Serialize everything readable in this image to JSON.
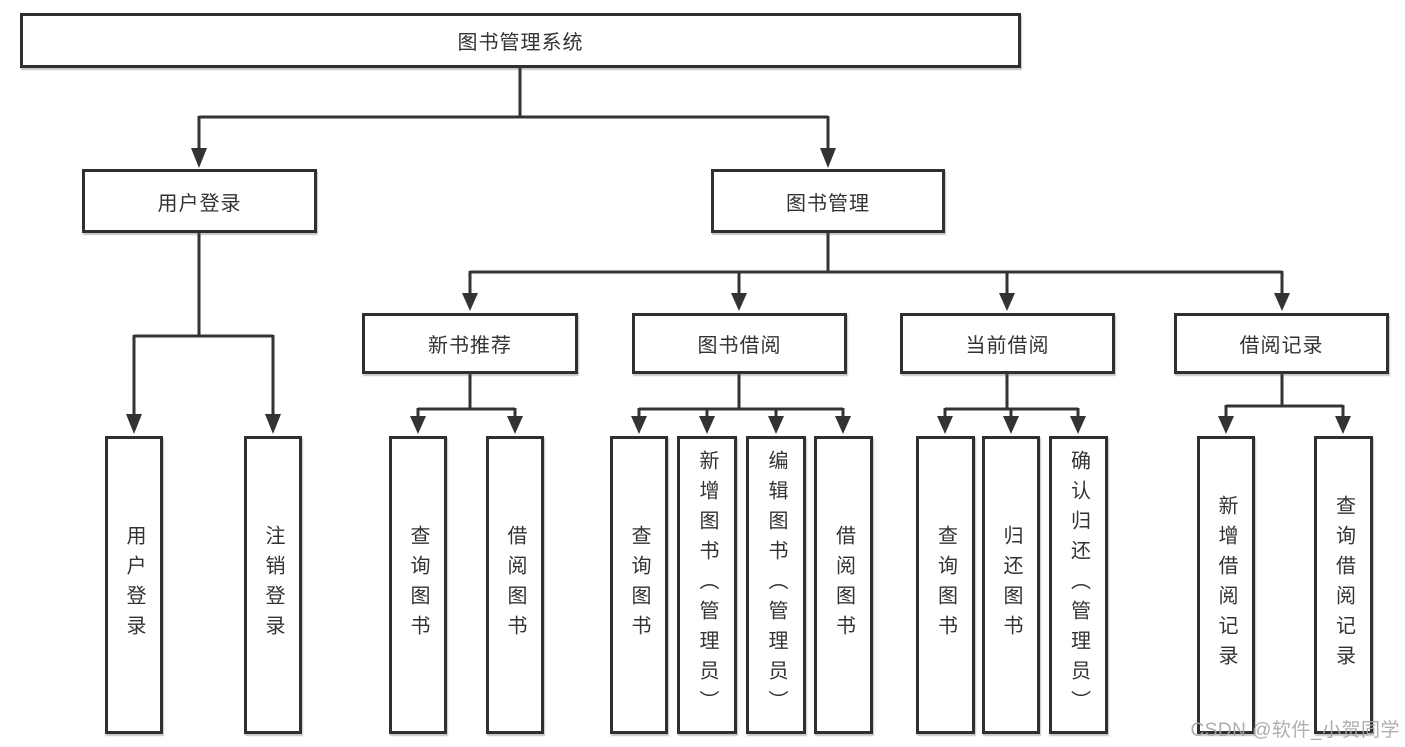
{
  "colors": {
    "line": "#333333",
    "box_border": "#2f2f2f",
    "text": "#333333",
    "background": "#ffffff",
    "watermark": "#a6a6a6"
  },
  "watermark": {
    "text": "CSDN @软件_小贺同学"
  },
  "nodes": {
    "root": {
      "label": "图书管理系统"
    },
    "level2": {
      "user_login": "用户登录",
      "book_management": "图书管理"
    },
    "level3": {
      "new_book_recommend": "新书推荐",
      "book_borrow": "图书借阅",
      "current_borrow": "当前借阅",
      "borrow_records": "借阅记录"
    },
    "leaves": {
      "user_login": [
        "用户登录",
        "注销登录"
      ],
      "new_book_recommend": [
        "查询图书",
        "借阅图书"
      ],
      "book_borrow": [
        "查询图书",
        "新增图书（管理员）",
        "编辑图书（管理员）",
        "借阅图书"
      ],
      "current_borrow": [
        "查询图书",
        "归还图书",
        "确认归还（管理员）"
      ],
      "borrow_records": [
        "新增借阅记录",
        "查询借阅记录"
      ]
    }
  }
}
